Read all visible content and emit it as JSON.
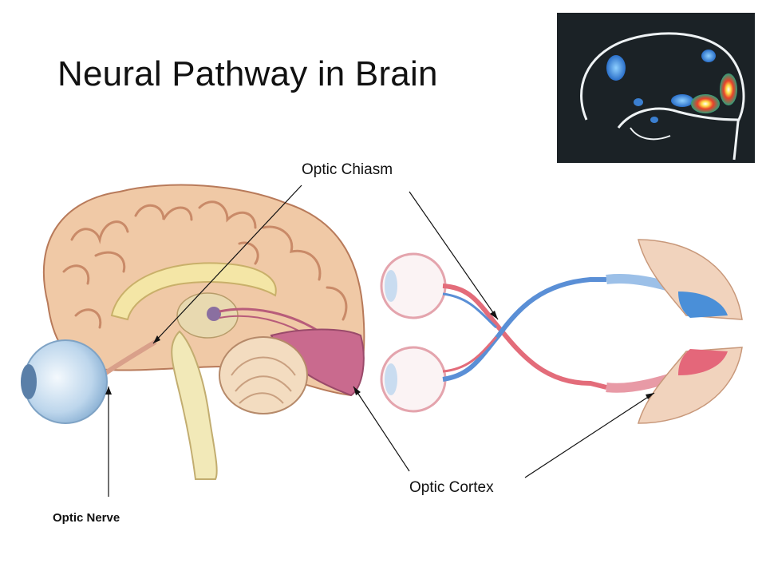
{
  "title": "Neural Pathway in Brain",
  "labels": {
    "optic_chiasm": "Optic Chiasm",
    "optic_cortex": "Optic Cortex",
    "optic_nerve": "Optic Nerve"
  },
  "colors": {
    "brain_tissue": "#f0c9a6",
    "brain_fold": "#d99c7a",
    "visual_cortex": "#c96a8e",
    "brainstem": "#f2e9b8",
    "eye": "#cfe3f4",
    "left_pathway": "#5a8fd6",
    "right_pathway": "#e36c7a",
    "scan_background": "#1b2226"
  }
}
